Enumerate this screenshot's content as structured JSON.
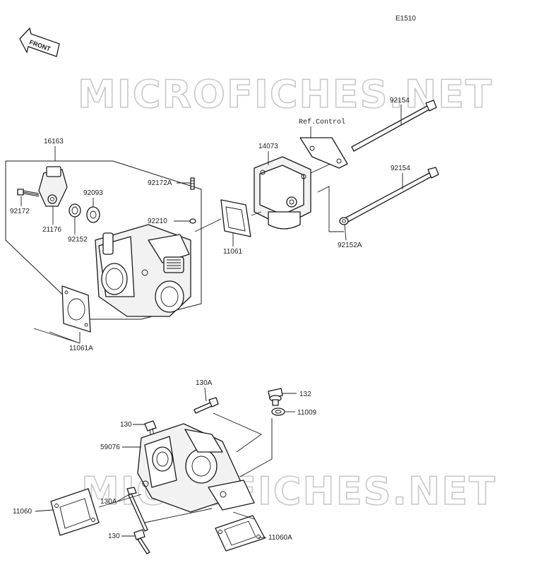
{
  "diagram_code": "E1510",
  "front_label": "FRONT",
  "watermark": "MICROFICHES.NET",
  "reference_label": "Ref.Control",
  "parts": {
    "p16163": "16163",
    "p92172": "92172",
    "p21176": "21176",
    "p92093": "92093",
    "p92152": "92152",
    "p92172A": "92172A",
    "p92210": "92210",
    "p11061": "11061",
    "p11061A": "11061A",
    "p14073": "14073",
    "p92154a": "92154",
    "p92154b": "92154",
    "p92152A": "92152A",
    "p130A_top": "130A",
    "p132": "132",
    "p11009": "11009",
    "p130_top": "130",
    "p59076": "59076",
    "p11060": "11060",
    "p130A_mid": "130A",
    "p130_bot": "130",
    "p11060A": "11060A"
  }
}
